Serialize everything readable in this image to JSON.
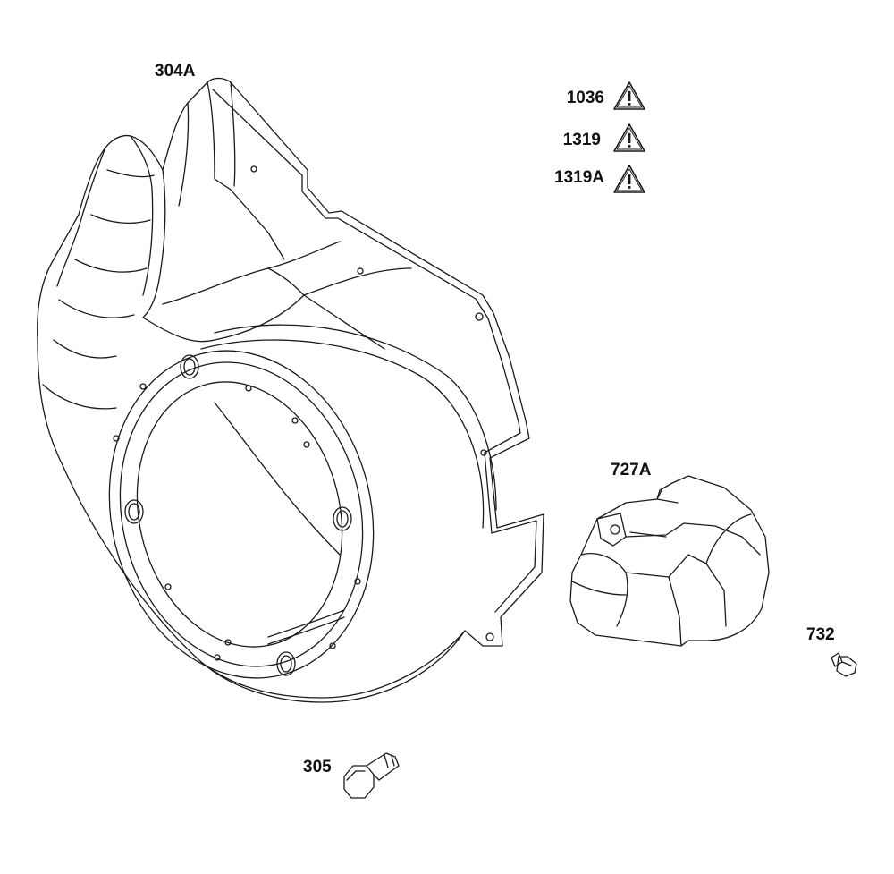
{
  "parts": [
    {
      "id": "p304A",
      "label": "304A"
    },
    {
      "id": "p305",
      "label": "305"
    },
    {
      "id": "p727A",
      "label": "727A"
    },
    {
      "id": "p732",
      "label": "732"
    }
  ],
  "warnings": [
    {
      "id": "w1036",
      "label": "1036",
      "icon": "warning-triangle-icon"
    },
    {
      "id": "w1319",
      "label": "1319",
      "icon": "warning-triangle-icon"
    },
    {
      "id": "w1319A",
      "label": "1319A",
      "icon": "warning-triangle-icon"
    }
  ],
  "colors": {
    "line": "#1a1a1a",
    "background": "#ffffff"
  }
}
